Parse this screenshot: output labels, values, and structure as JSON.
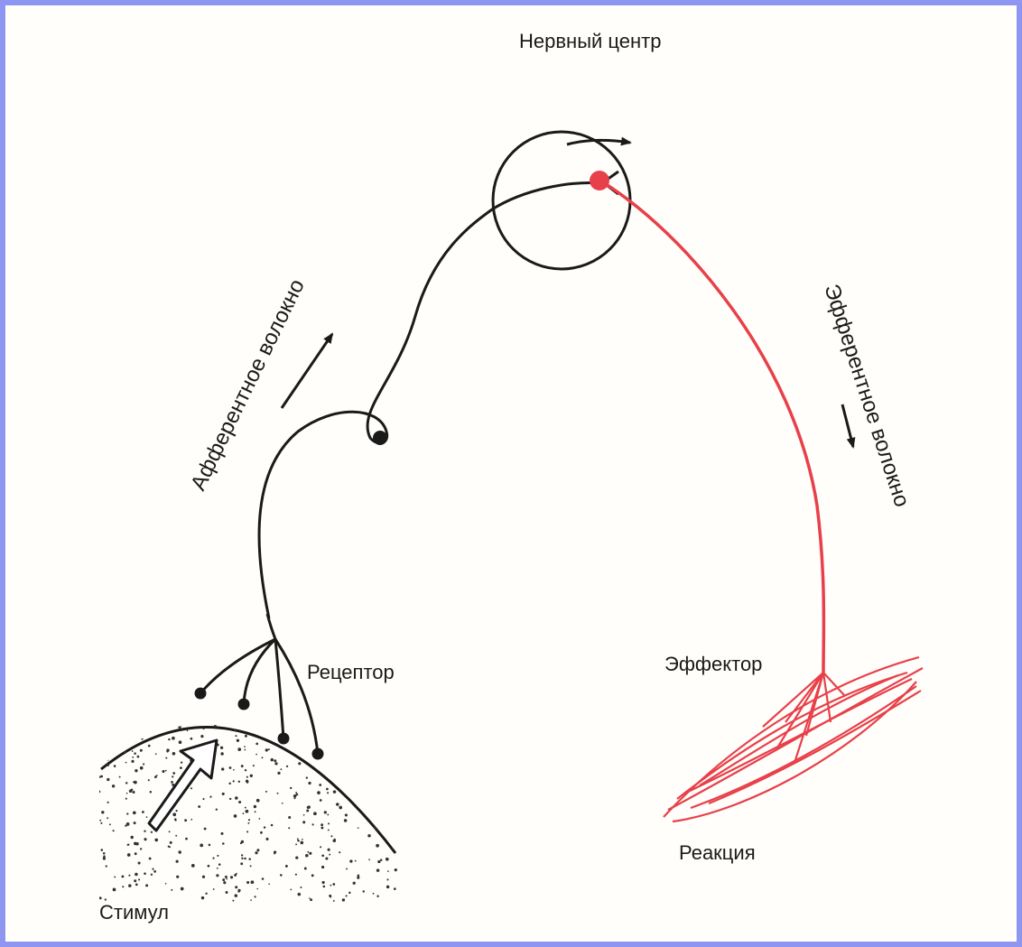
{
  "labels": {
    "nerve_center": "Нервный центр",
    "afferent_fiber": "Афферентное волокно",
    "efferent_fiber": "Эфферентное волокно",
    "receptor": "Рецептор",
    "effector": "Эффектор",
    "reaction": "Реакция",
    "stimulus": "Стимул"
  },
  "colors": {
    "afferent": "#1a1a1a",
    "efferent": "#e8404a",
    "frame": "#8f96f2"
  }
}
